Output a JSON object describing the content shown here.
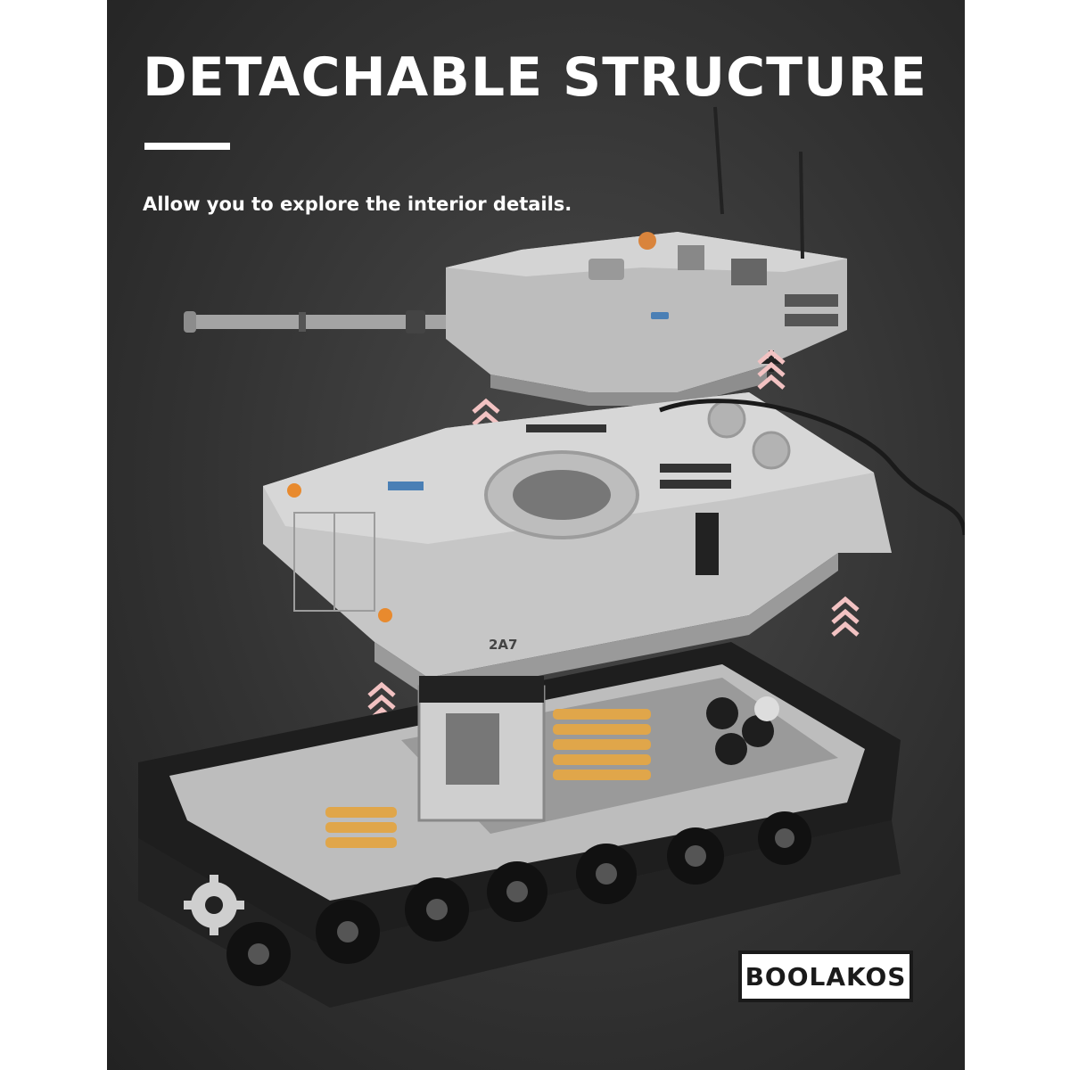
{
  "headline": "DETACHABLE STRUCTURE",
  "subtext": "Allow you to explore the interior details.",
  "hull_marking": "2A7",
  "brand": "BOOLAKOS",
  "colors": {
    "background": "#333333",
    "armor_light": "#c9c9c9",
    "armor_mid": "#a9a9a9",
    "track": "#1c1c1c",
    "shell_gold": "#e0a64a",
    "lift_arrow": "#f2c2c2"
  },
  "icons": [
    "lift-arrow-icon",
    "iron-cross-icon",
    "sprocket-gear-icon"
  ]
}
